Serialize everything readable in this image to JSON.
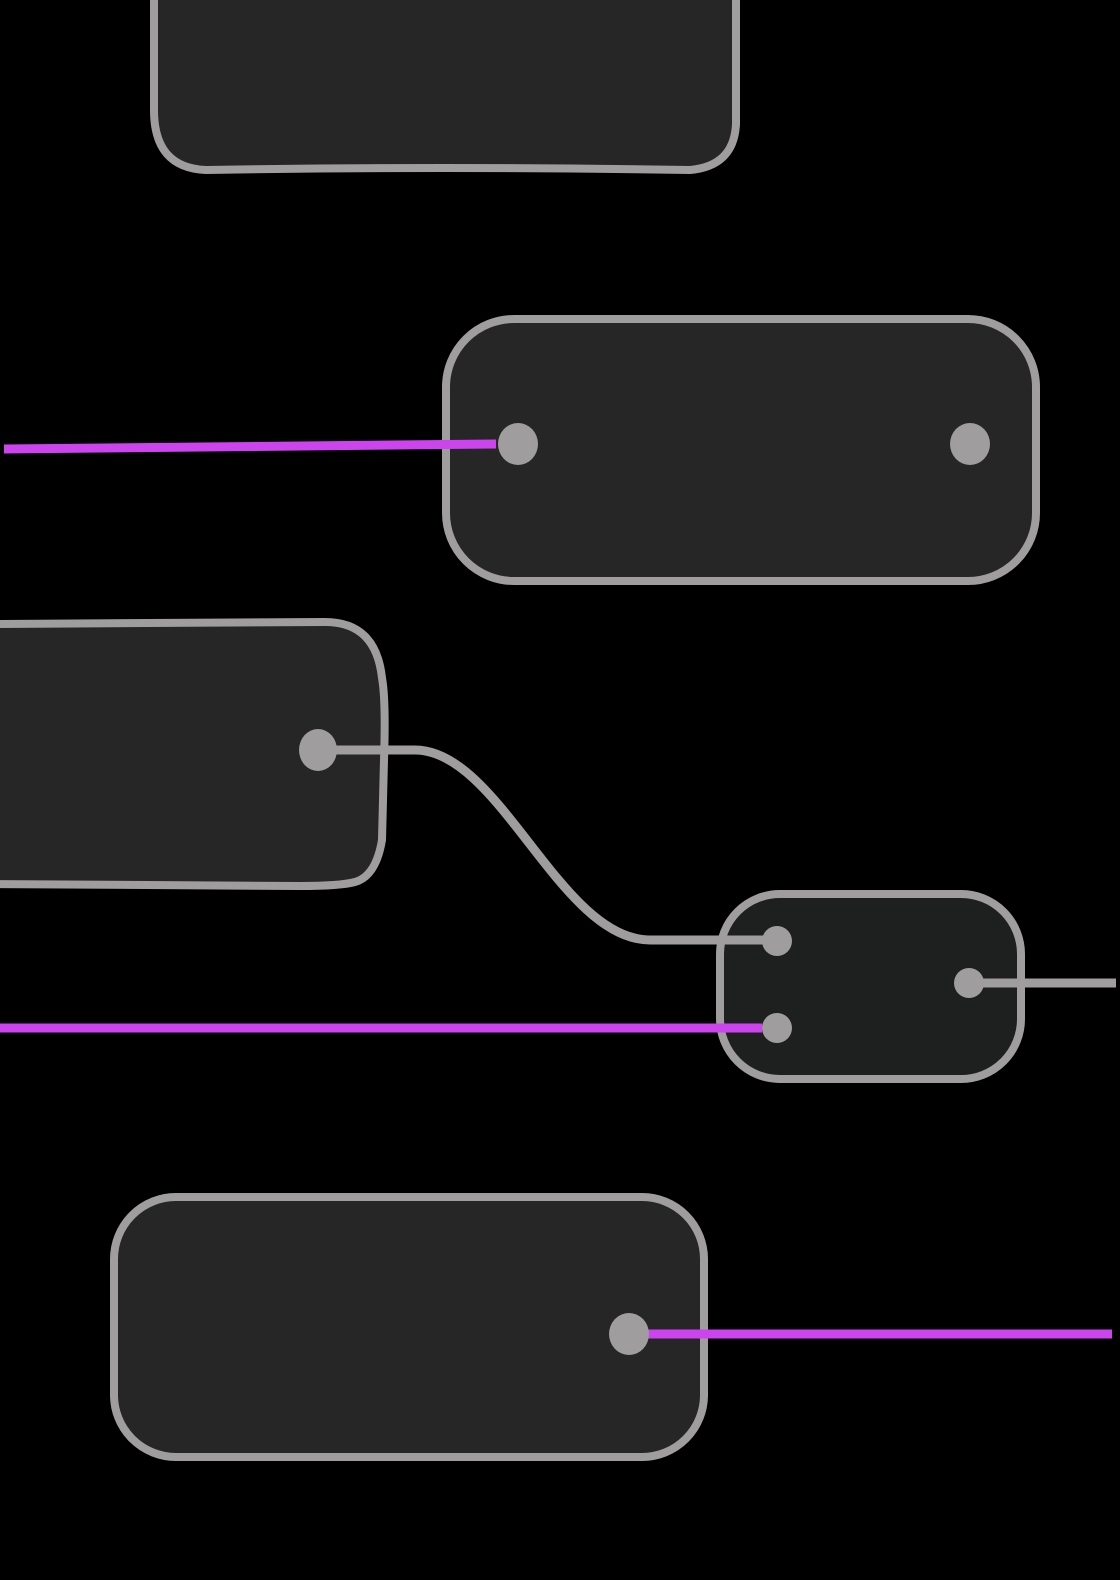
{
  "colors": {
    "background": "#000000",
    "node_fill": "#262626",
    "node_fill_alt": "#1e2020",
    "node_border": "#a09d9e",
    "port": "#a09d9e",
    "wire_default": "#a09d9e",
    "wire_highlight": "#cc44ee"
  },
  "nodes": [
    {
      "id": "node-top",
      "fill": "node_fill"
    },
    {
      "id": "node-upper-right",
      "fill": "node_fill"
    },
    {
      "id": "node-middle-left",
      "fill": "node_fill"
    },
    {
      "id": "node-small-right",
      "fill": "node_fill_alt"
    },
    {
      "id": "node-bottom",
      "fill": "node_fill"
    }
  ],
  "ports": [
    {
      "id": "node-upper-right-input-port",
      "node": "node-upper-right"
    },
    {
      "id": "node-upper-right-output-port",
      "node": "node-upper-right"
    },
    {
      "id": "node-middle-left-output-port",
      "node": "node-middle-left"
    },
    {
      "id": "node-small-right-input-port-1",
      "node": "node-small-right"
    },
    {
      "id": "node-small-right-input-port-2",
      "node": "node-small-right"
    },
    {
      "id": "node-small-right-output-port",
      "node": "node-small-right"
    },
    {
      "id": "node-bottom-output-port",
      "node": "node-bottom"
    }
  ],
  "connections": [
    {
      "id": "wire-offscreen-to-upper-right",
      "from": "offscreen-left",
      "to": "node-upper-right-input-port",
      "color": "wire_highlight"
    },
    {
      "id": "wire-middle-left-to-small-right",
      "from": "node-middle-left-output-port",
      "to": "node-small-right-input-port-1",
      "color": "wire_default"
    },
    {
      "id": "wire-offscreen-to-small-right",
      "from": "offscreen-left",
      "to": "node-small-right-input-port-2",
      "color": "wire_highlight"
    },
    {
      "id": "wire-small-right-to-offscreen",
      "from": "node-small-right-output-port",
      "to": "offscreen-right",
      "color": "wire_default"
    },
    {
      "id": "wire-bottom-to-offscreen",
      "from": "node-bottom-output-port",
      "to": "offscreen-right",
      "color": "wire_highlight"
    }
  ]
}
